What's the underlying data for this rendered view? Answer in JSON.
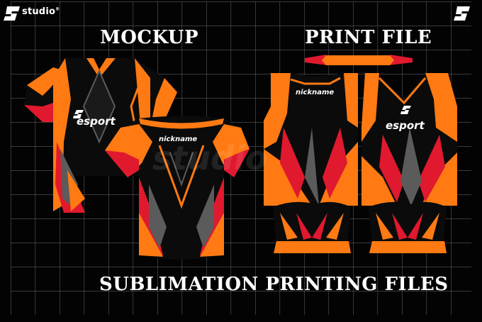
{
  "brand": {
    "name": "studio",
    "mark": "®"
  },
  "titles": {
    "mockup": "MOCKUP",
    "print_file": "PRINT FILE",
    "bottom": "SUBLIMATION PRINTING FILES"
  },
  "jersey": {
    "front_text": "esport",
    "back_text": "nickname",
    "print_back_text": "nickname",
    "print_front_text": "esport"
  },
  "watermark": "studio",
  "colors": {
    "background": "#030303",
    "grid": "#5a5a5a",
    "orange": "#ff7a12",
    "red": "#e0192f",
    "gray": "#5b5b5b",
    "black": "#0b0b0b"
  }
}
